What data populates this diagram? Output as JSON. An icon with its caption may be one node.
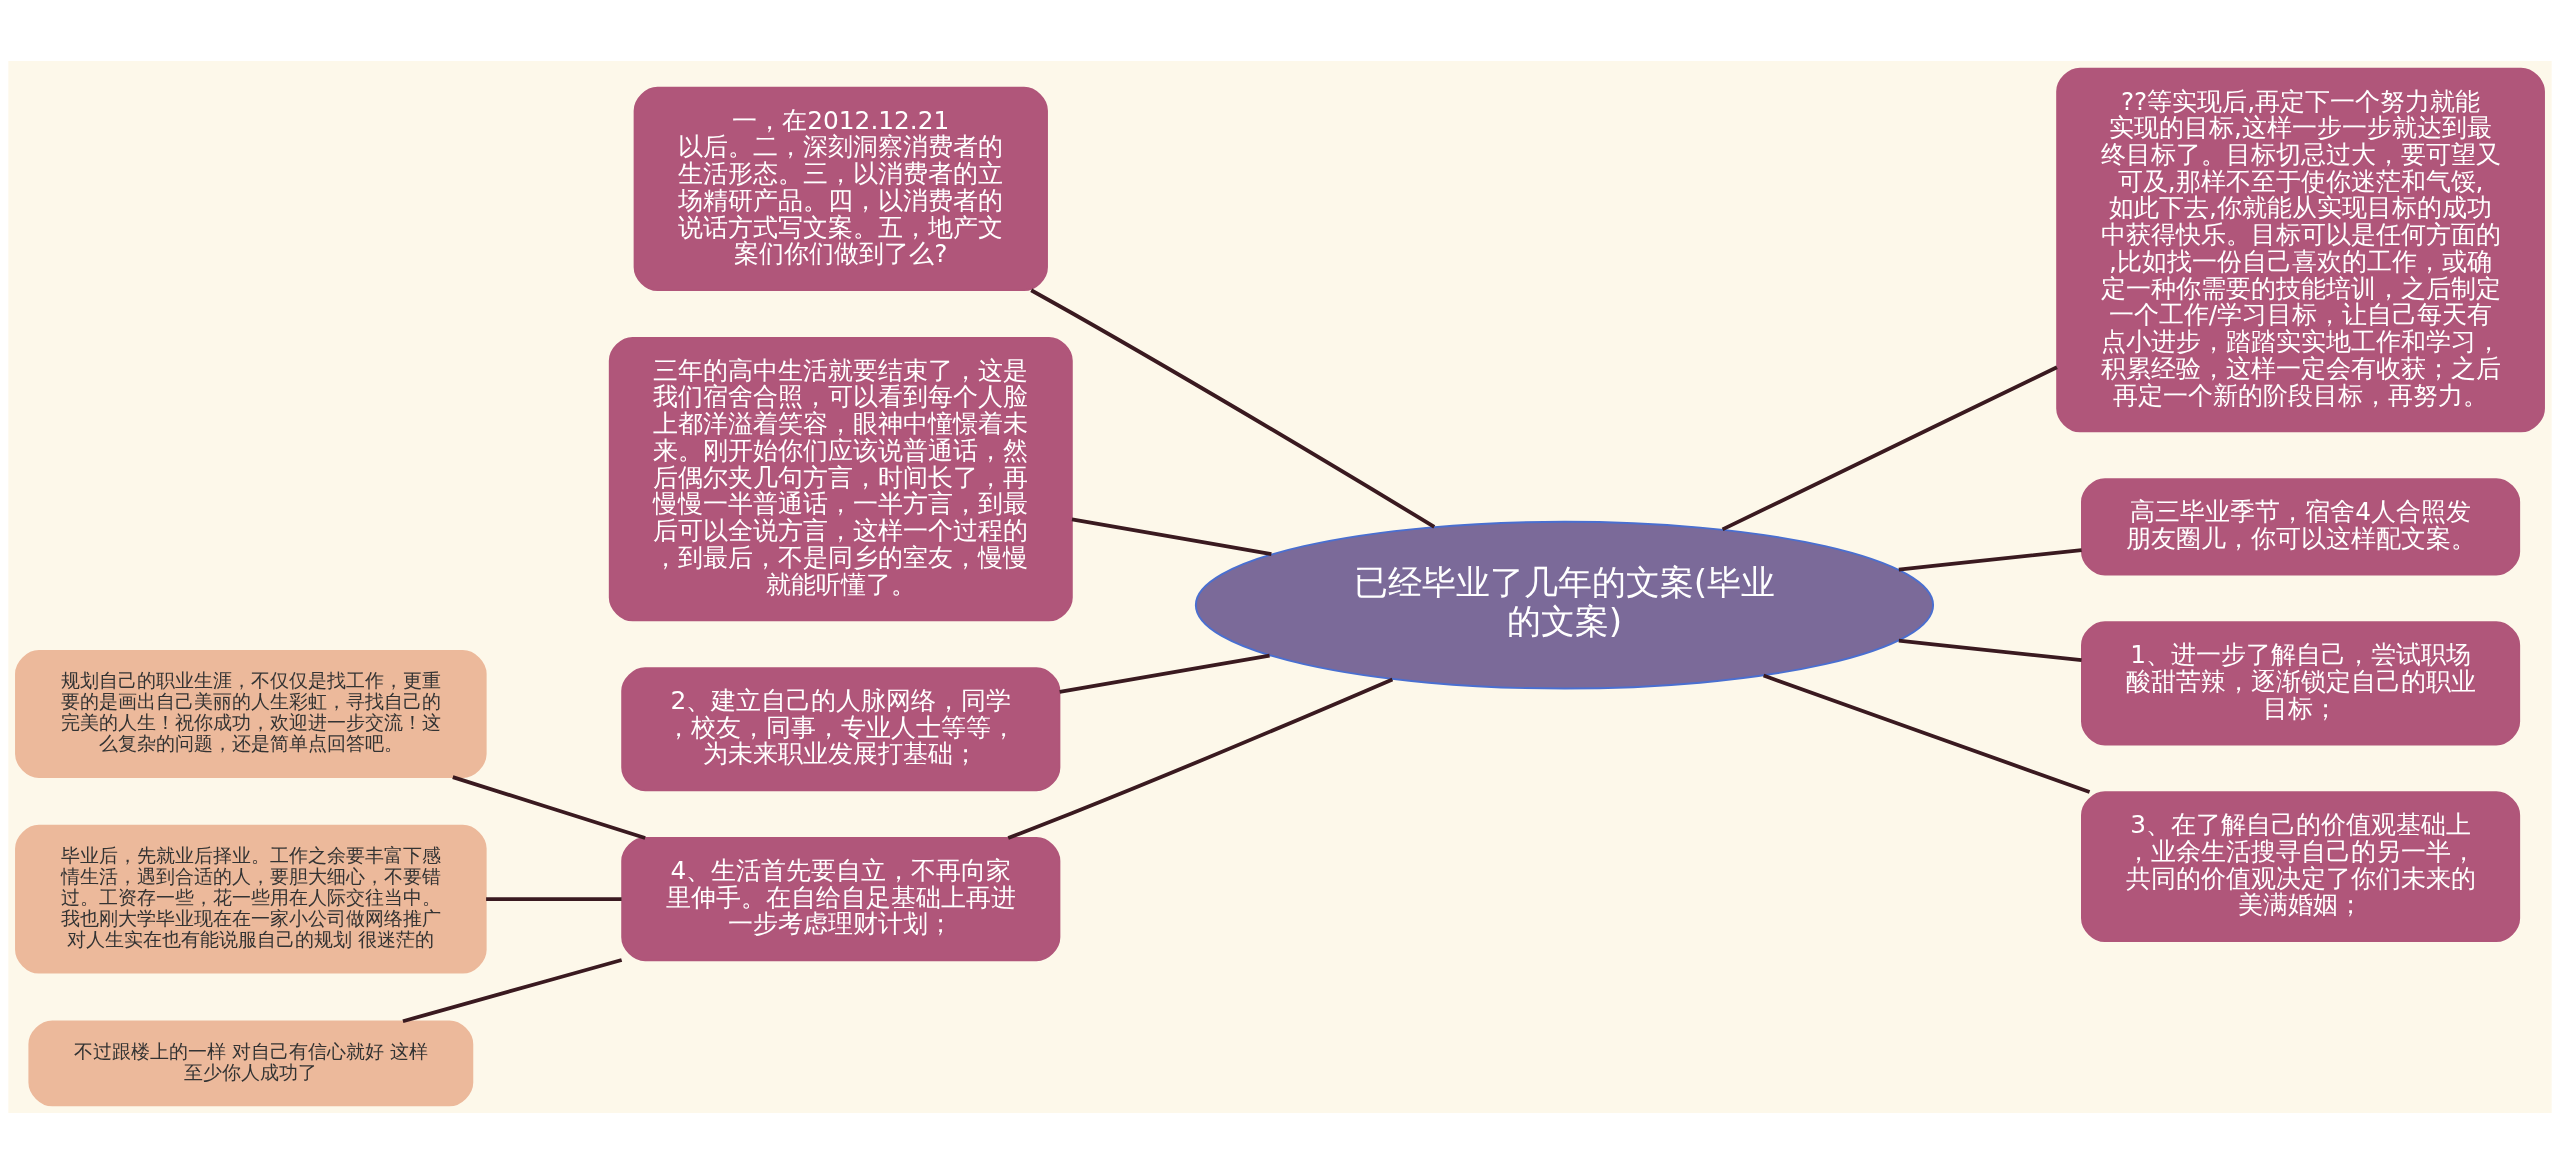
{
  "diagram": {
    "nodes": [
      {
        "text": [
          "已经毕业了几年的文案(毕业的文案)"
        ]
      },
      {
        "text": [
          "一，在2012.12.21以后。二，深刻洞察消费者的生活形态。三，以消费者的立场精研产品。四，以消费者的说话方式写文案。五，地产文案们你们做到了么?"
        ]
      },
      {
        "text": [
          "三年的高中生活就要结束了，这是我们宿舍合照，可以看到每个人脸上都洋溢着笑容，眼神中憧憬着未来。刚开始你们应该说普通话，然后偶尔夹几句方言，时间长了，再慢慢一半普通话，一半方言，到最后可以全说方言，这样一个过程的，到最后，不是同乡的室友，慢慢就能听懂了。"
        ]
      },
      {
        "text": [
          "2、建立自己的人脉网络，同学，校友，同事，专业人士等等，为未来职业发展打基础；"
        ]
      },
      {
        "text": [
          "4、生活首先要自立，不再向家里伸手。在自给自足基础上再进一步考虑理财计划；"
        ]
      },
      {
        "text": [
          "规划自己的职业生涯，不仅仅是找工作，更重要的是画出自己美丽的人生彩虹，寻找自己的完美的人生！祝你成功，欢迎进一步交流！这么复杂的问题，还是简单点回答吧。"
        ]
      },
      {
        "text": [
          "毕业后，先就业后择业。工作之余要丰富下感情生活，遇到合适的人，要胆大细心，不要错过。工资存一些，花一些用在人际交往当中。我也刚大学毕业现在在一家小公司做网络推广对人生实在也有能说服自己的规划 很迷茫的"
        ]
      },
      {
        "text": [
          "不过跟楼上的一样 对自己有信心就好 这样至少你人成功了"
        ]
      },
      {
        "text": [
          "??等实现后,再定下一个努力就能实现的目标,这样一步一步就达到最终目标了。目标切忌过大，要可望又可及,那样不至于使你迷茫和气馁,如此下去,你就能从实现目标的成功中获得快乐。目标可以是任何方面的,比如找一份自己喜欢的工作，或确定一种你需要的技能培训，之后制定一个工作/学习目标，让自己每天有点小进步，踏踏实实地工作和学习，积累经验，这样一定会有收获；之后再定一个新的阶段目标，再努力。"
        ]
      },
      {
        "text": [
          "高三毕业季节，宿舍4人合照发朋友圈儿，你可以这样配文案。"
        ]
      },
      {
        "text": [
          "1、进一步了解自己，尝试职场酸甜苦辣，逐渐锁定自己的职业目标；"
        ]
      },
      {
        "text": [
          "3、在了解自己的价值观基础上，业余生活搜寻自己的另一半，共同的价值观决定了你们未来的美满婚姻；"
        ]
      }
    ],
    "edges": [
      {
        "from": 1,
        "to": 0,
        "arrow": "none"
      },
      {
        "from": 2,
        "to": 0,
        "arrow": "none"
      },
      {
        "from": 3,
        "to": 0,
        "arrow": "none"
      },
      {
        "from": 4,
        "to": 0,
        "arrow": "none"
      },
      {
        "from": 5,
        "to": 4,
        "arrow": "none"
      },
      {
        "from": 6,
        "to": 4,
        "arrow": "none"
      },
      {
        "from": 7,
        "to": 4,
        "arrow": "none"
      },
      {
        "from": 0,
        "to": 8,
        "arrow": "none"
      },
      {
        "from": 0,
        "to": 9,
        "arrow": "none"
      },
      {
        "from": 0,
        "to": 10,
        "arrow": "none"
      },
      {
        "from": 0,
        "to": 11,
        "arrow": "none"
      }
    ]
  }
}
